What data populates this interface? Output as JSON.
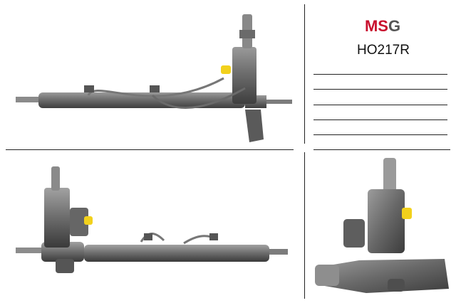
{
  "brand": {
    "part1": "MS",
    "part2": "G",
    "accent": "#c8102e"
  },
  "product": {
    "code": "HO217R"
  },
  "notes": {
    "lines": 5
  },
  "icons": [
    "steering-rack-photo"
  ]
}
